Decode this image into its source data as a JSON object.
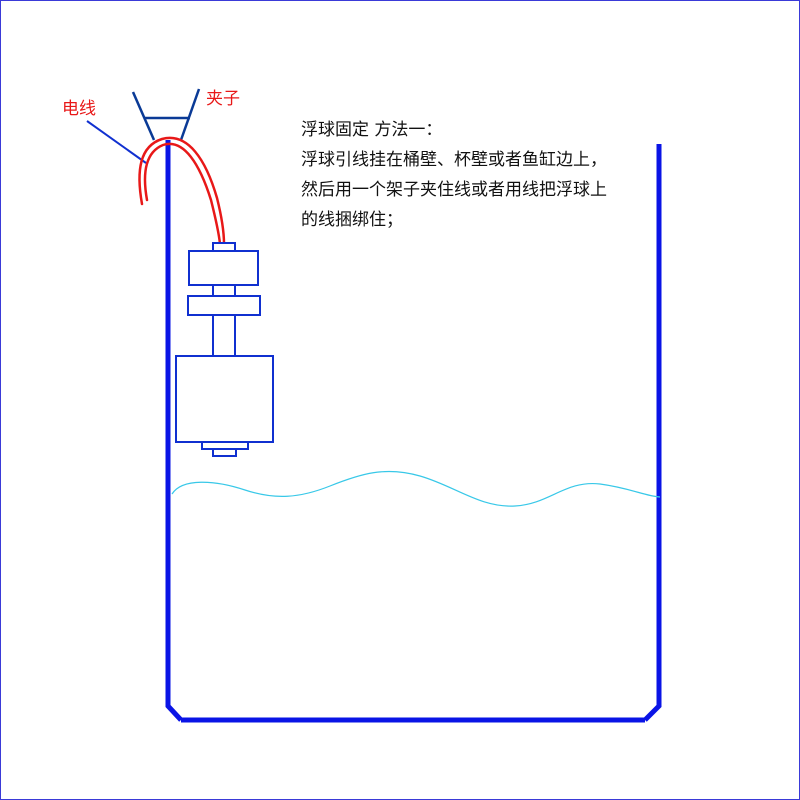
{
  "labels": {
    "wire": "电线",
    "clip": "夹子"
  },
  "description": {
    "lines": [
      "浮球固定 方法一：",
      "浮球引线挂在桶壁、杯壁或者鱼缸边上，",
      "然后用一个架子夹住线或者用线把浮球上",
      "的线捆绑住；"
    ]
  },
  "colors": {
    "tank": "#0a14e6",
    "float": "#1030d0",
    "clip": "#0a3a96",
    "wire": "#e81818",
    "label": "#e81818",
    "water": "#38c8e8",
    "text": "#111111",
    "border": "#3a3ad8"
  }
}
